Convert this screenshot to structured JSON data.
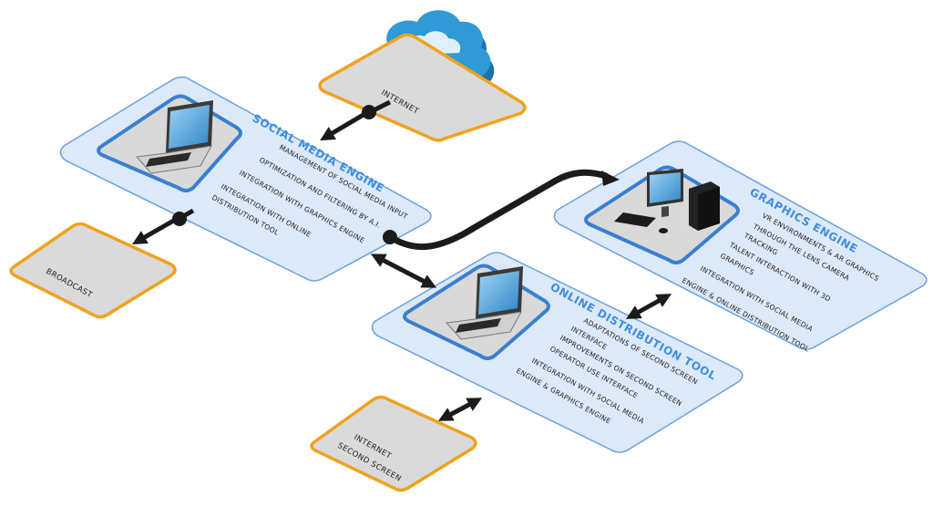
{
  "nodes": {
    "internet": {
      "label": "INTERNET"
    },
    "broadcast": {
      "label": "BROADCAST"
    },
    "second_screen": {
      "label_lines": [
        "INTERNET",
        "SECOND SCREEN"
      ]
    }
  },
  "engines": {
    "social_media": {
      "title": "SOCIAL MEDIA ENGINE",
      "items": [
        "MANAGEMENT OF SOCIAL MEDIA INPUT",
        "OPTIMIZATION AND FILTERING BY A.I.",
        "INTEGRATION WITH GRAPHICS ENGINE",
        "INTEGRATION WITH ONLINE",
        "DISTRIBUTION TOOL"
      ]
    },
    "graphics": {
      "title": "GRAPHICS ENGINE",
      "items": [
        "VR ENVIRONMENTS & AR GRAPHICS",
        "THROUGH THE LENS CAMERA",
        "TRACKING",
        "TALENT INTERACTION WITH 3D",
        "GRAPHICS",
        "INTEGRATION WITH SOCIAL MEDIA",
        "ENGINE & ONLINE DISTRIBUTION TOOL"
      ]
    },
    "online_distribution": {
      "title": "ONLINE DISTRIBUTION TOOL",
      "items": [
        "ADAPTATIONS OF SECOND SCREEN",
        "INTERFACE",
        "IMPROVEMENTS ON SECOND SCREEN",
        "OPERATOR USE INTERFACE",
        "INTEGRATION WITH SOCIAL MEDIA",
        "ENGINE & GRAPHICS ENGINE"
      ]
    }
  },
  "colors": {
    "panel_fill": "#dce9f8",
    "panel_stroke": "#6aa1dc",
    "title": "#3f8ee0",
    "box_border": "#f0a21e",
    "cloud": "#2f9ad6",
    "connector": "#1b1b1b"
  },
  "icons": {
    "cloud": "cloud-icon",
    "laptop": "laptop-icon",
    "desktop": "desktop-computer-icon"
  }
}
